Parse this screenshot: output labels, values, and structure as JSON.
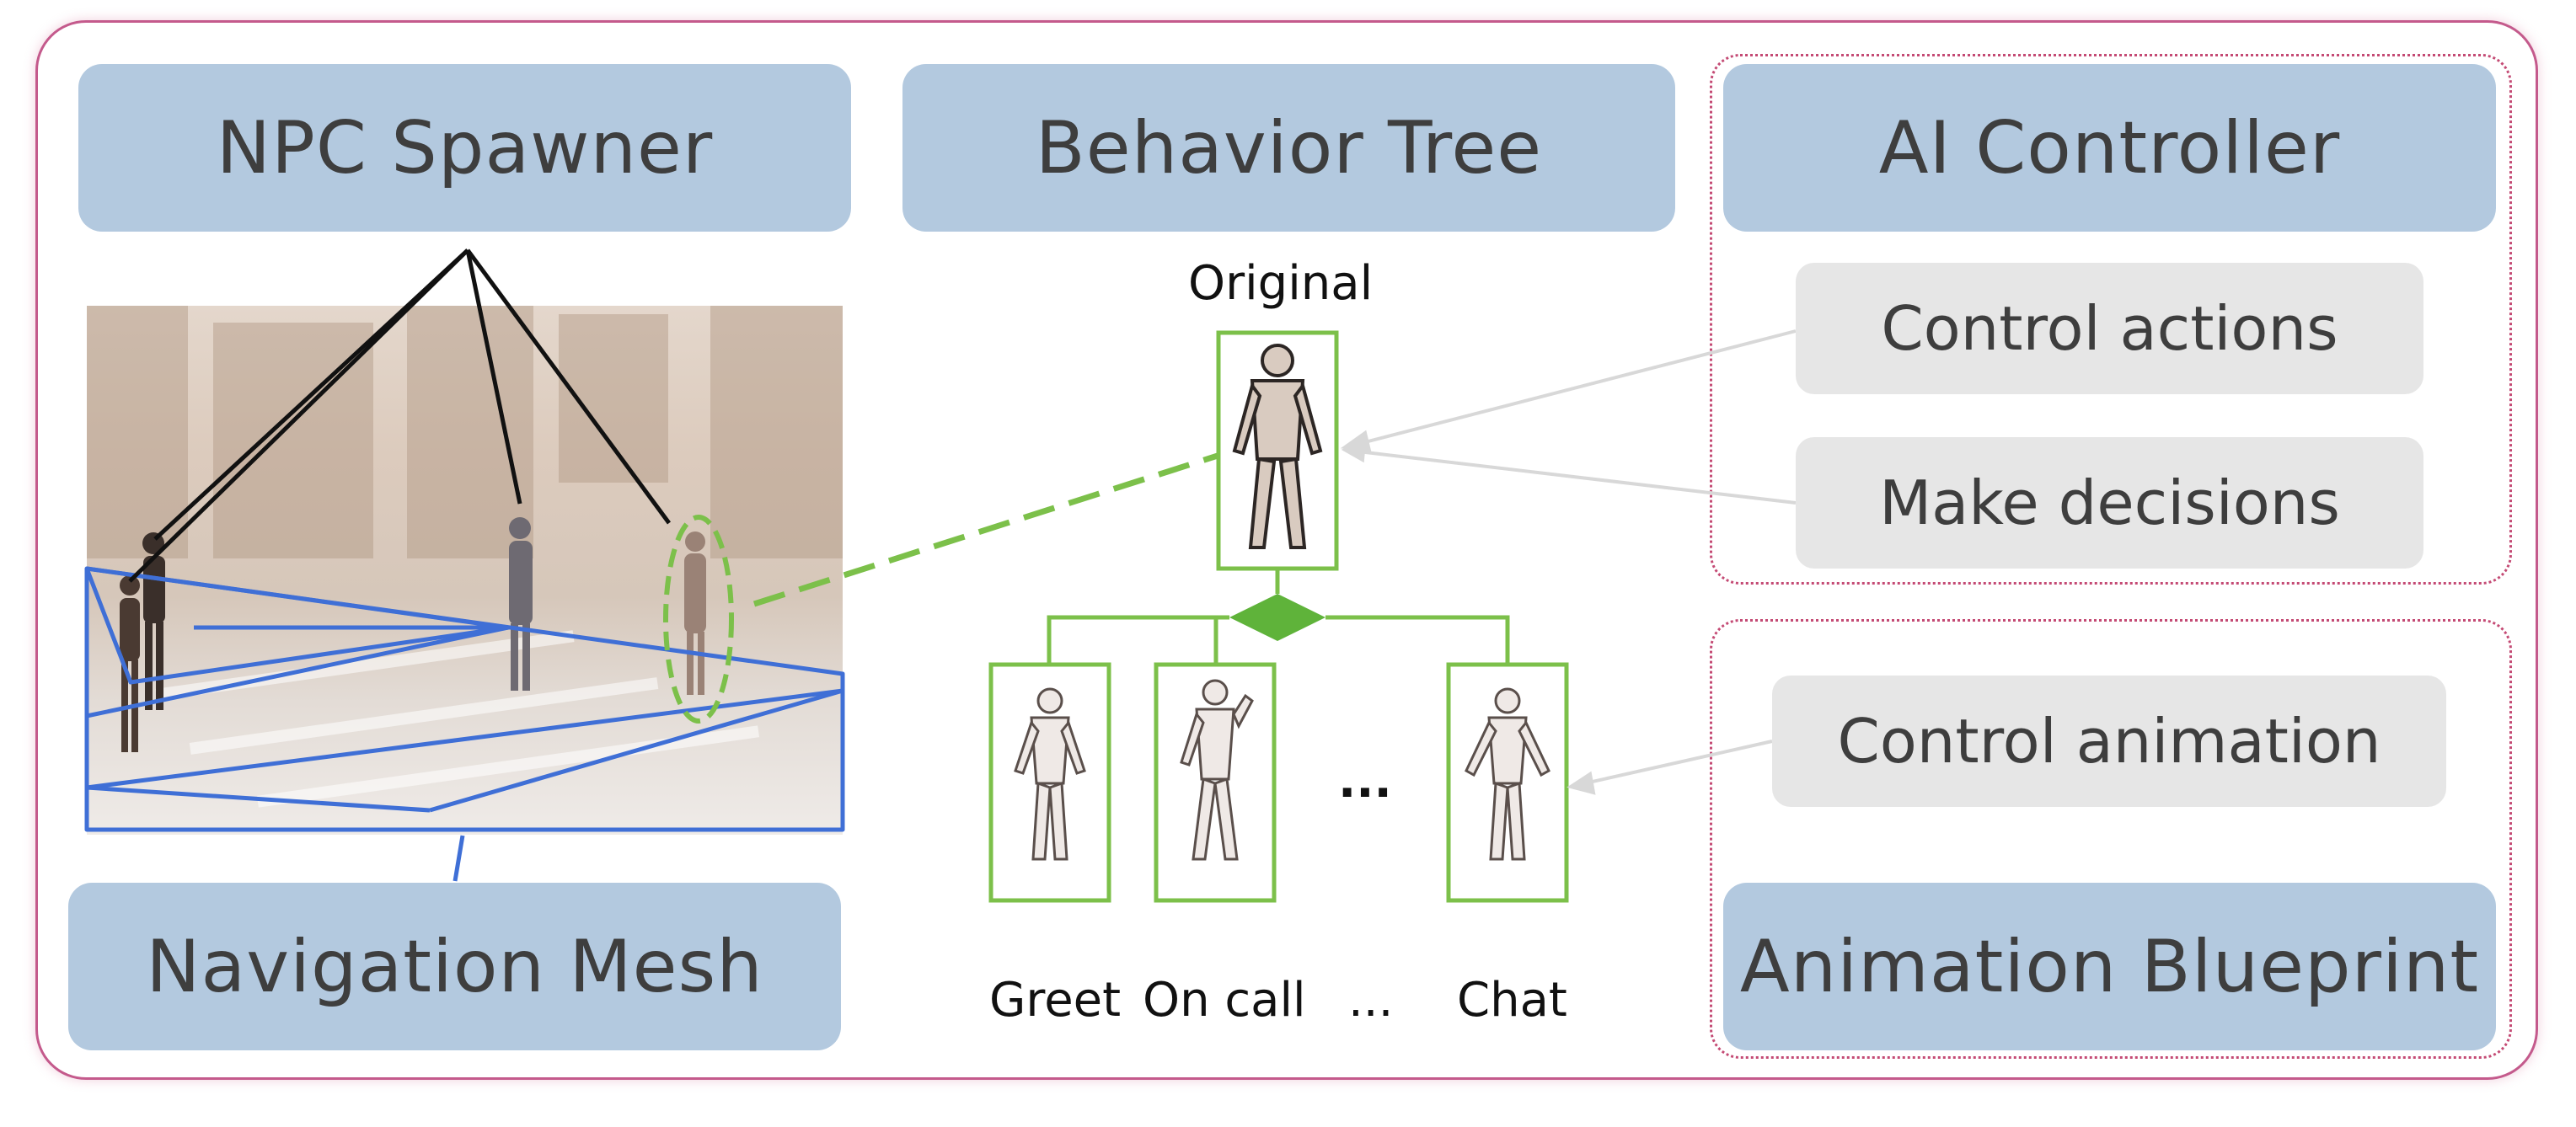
{
  "panels": {
    "npc_spawner": "NPC Spawner",
    "behavior_tree": "Behavior Tree",
    "ai_controller": "AI Controller",
    "navigation_mesh": "Navigation Mesh",
    "animation_blueprint": "Animation Blueprint"
  },
  "ai_controller_items": [
    "Control actions",
    "Make decisions"
  ],
  "animation_blueprint_items": [
    "Control animation"
  ],
  "behavior_tree": {
    "root_label": "Original",
    "ellipsis": "...",
    "leaves": [
      "Greet",
      "On call",
      "...",
      "Chat"
    ]
  },
  "colors": {
    "panel_blue": "#b3c9df",
    "item_gray": "#e6e6e6",
    "tree_green": "#7cc04a",
    "navmesh_blue": "#3f6fd6",
    "frame_pink": "#c45a8c"
  }
}
